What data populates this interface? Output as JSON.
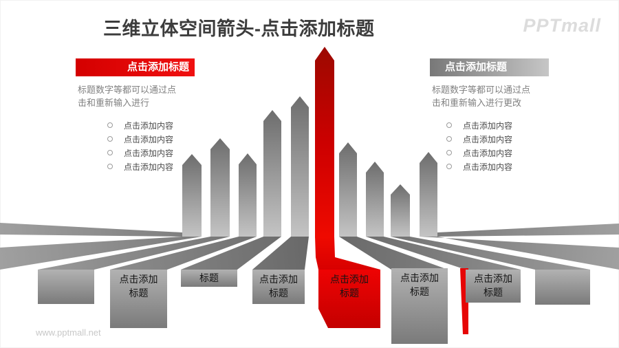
{
  "page": {
    "title": "三维立体空间箭头-点击添加标题",
    "logo": "PPTmall",
    "watermark": "www.pptmall.net"
  },
  "left_panel": {
    "banner": "点击添加标题",
    "desc_line1": "标题数字等都可以通过点",
    "desc_line2": "击和重新输入进行",
    "bullets": [
      "点击添加内容",
      "点击添加内容",
      "点击添加内容",
      "点击添加内容"
    ]
  },
  "right_panel": {
    "banner": "点击添加标题",
    "desc_line1": "标题数字等都可以通过点",
    "desc_line2": "击和重新输入进行更改",
    "bullets": [
      "点击添加内容",
      "点击添加内容",
      "点击添加内容",
      "点击添加内容"
    ]
  },
  "arrow_labels": {
    "box2": "点击添加标题",
    "box3": "标题",
    "box4": "点击添加标题",
    "box5": "点击添加标题",
    "box6": "点击添加标题",
    "box7": "点击添加标题"
  },
  "colors": {
    "accent_red": "#e60000",
    "dark_red": "#a00b00",
    "arrow_gray_dark": "#6d6d6d",
    "arrow_gray_light": "#c4c4c4",
    "banner_red_start": "#d40000",
    "banner_red_end": "#f01010",
    "banner_gray_start": "#787878",
    "banner_gray_end": "#c6c6c6"
  }
}
